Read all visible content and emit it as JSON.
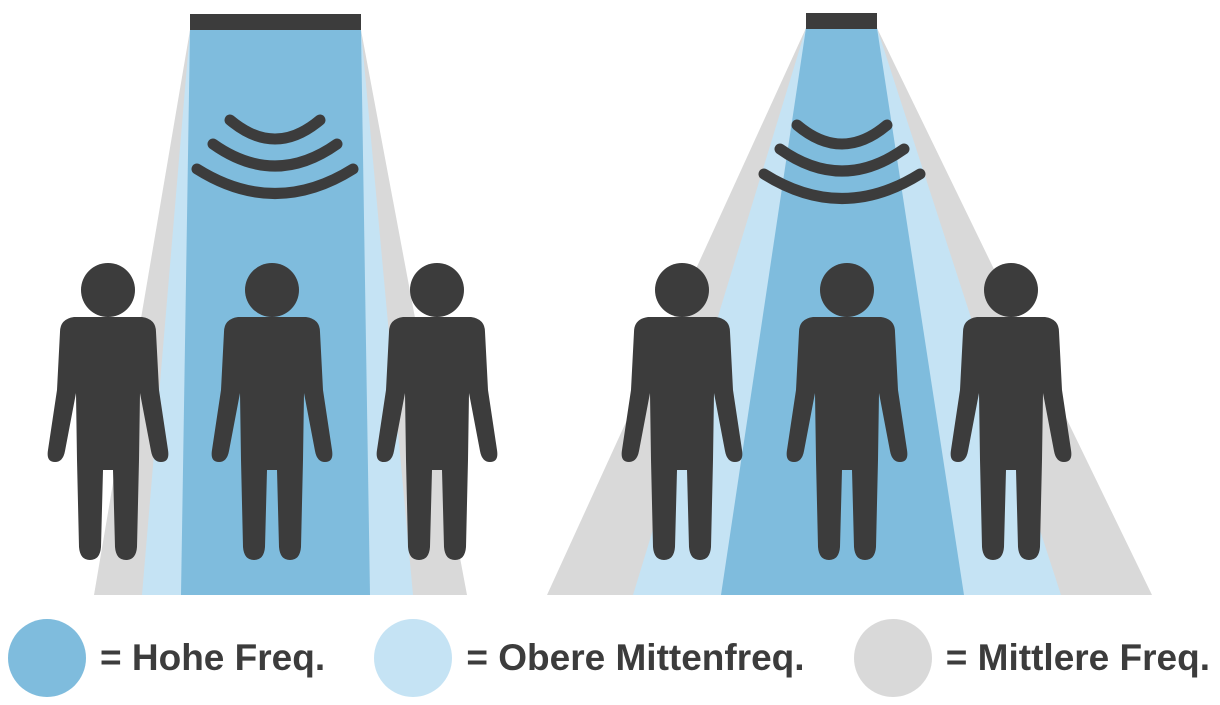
{
  "colors": {
    "high": "#7fbcdd",
    "upper_mid": "#c5e3f4",
    "mid": "#d9d9d9",
    "figure": "#3c3c3c"
  },
  "diagrams": [
    {
      "name": "narrow-dispersion",
      "figures": 3,
      "icon": "sound-waves-icon"
    },
    {
      "name": "wide-dispersion",
      "figures": 3,
      "icon": "sound-waves-icon"
    }
  ],
  "legend": {
    "items": [
      {
        "key": "high",
        "label": "= Hohe Freq."
      },
      {
        "key": "upper_mid",
        "label": "= Obere Mittenfreq."
      },
      {
        "key": "mid",
        "label": "= Mittlere Freq."
      }
    ]
  }
}
